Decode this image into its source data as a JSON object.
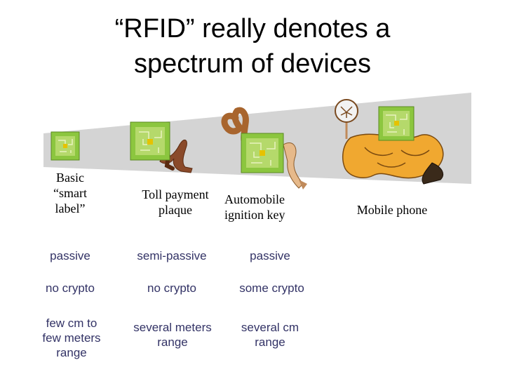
{
  "slide": {
    "title_line1": "“RFID” really denotes a",
    "title_line2": "spectrum of devices"
  },
  "devices": [
    {
      "label_lines": [
        "Basic",
        "“smart",
        "label”"
      ],
      "power": "passive",
      "crypto": "no crypto",
      "range_lines": [
        "few cm to",
        "few meters",
        "range"
      ],
      "icon": "chip-icon"
    },
    {
      "label_lines": [
        "Toll payment",
        "plaque"
      ],
      "power": "semi-passive",
      "crypto": "no crypto",
      "range_lines": [
        "several meters",
        "range"
      ],
      "icon": "chip-with-legs-icon"
    },
    {
      "label_lines": [
        "Automobile",
        "ignition key"
      ],
      "power": "passive",
      "crypto": "some crypto",
      "range_lines": [
        "several cm",
        "range"
      ],
      "icon": "chip-with-arm-icon"
    },
    {
      "label_lines": [
        "Mobile phone"
      ],
      "icon": "chip-muscleman-icon"
    }
  ],
  "colors": {
    "wedge": "#d4d4d4",
    "chip_outer": "#8cc63f",
    "chip_inner": "#b5d96b",
    "chip_trace": "#e8f2c0",
    "property_text": "#333366"
  }
}
